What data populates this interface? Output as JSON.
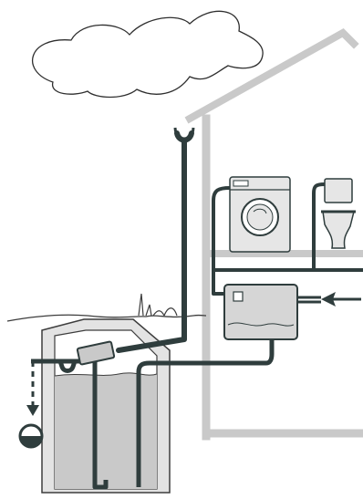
{
  "diagram": {
    "type": "rainwater-harvesting-system",
    "labels": [],
    "components": [
      "cloud",
      "house-outline",
      "roof-gutter",
      "downpipe",
      "filter",
      "storage-tank",
      "overflow-siphon",
      "drainage-outlet",
      "suction-pipe",
      "control-unit",
      "mains-water-inlet",
      "washing-machine",
      "toilet",
      "supply-pipes"
    ],
    "colors": {
      "pipe": "#2f3d3d",
      "house": "#c9c9c9",
      "tank_wall": "#e3e3e3",
      "tank_outline": "#3d3d3d",
      "water": "#c9c9c9",
      "appliance_fill": "#e6e6e6",
      "control_unit_fill": "#d6d6d6",
      "cloud_stroke": "#2f2f2f",
      "ground": "#3d3d3d"
    }
  }
}
